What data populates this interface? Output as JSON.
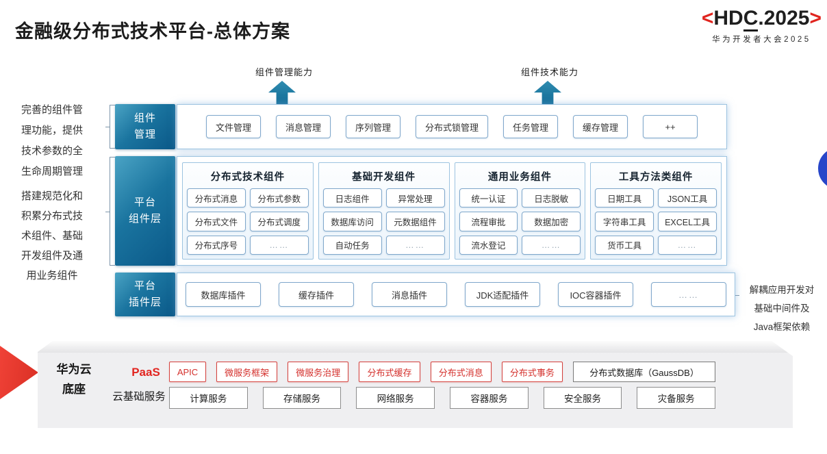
{
  "title": "金融级分布式技术平台-总体方案",
  "logo": {
    "lb": "<",
    "hd": "HD",
    "c": "C",
    "rest": ".2025",
    "rb": ">",
    "subtitle": "华为开发者大会2025"
  },
  "notes": {
    "left_top": "完善的组件管理功能，提供技术参数的全生命周期管理",
    "left_bottom": "搭建规范化和积累分布式技术组件、基础开发组件及通用业务组件",
    "right": "解耦应用开发对基础中间件及Java框架依赖"
  },
  "arrows": {
    "left_label": "组件管理能力",
    "right_label": "组件技术能力"
  },
  "rows": {
    "management": {
      "label_lines": [
        "组件",
        "管理"
      ],
      "items": [
        "文件管理",
        "消息管理",
        "序列管理",
        "分布式锁管理",
        "任务管理",
        "缓存管理",
        "++"
      ]
    },
    "components": {
      "label_lines": [
        "平台",
        "组件层"
      ],
      "groups": [
        {
          "title": "分布式技术组件",
          "items": [
            "分布式消息",
            "分布式参数",
            "分布式文件",
            "分布式调度",
            "分布式序号",
            "……"
          ]
        },
        {
          "title": "基础开发组件",
          "items": [
            "日志组件",
            "异常处理",
            "数据库访问",
            "元数据组件",
            "自动任务",
            "……"
          ]
        },
        {
          "title": "通用业务组件",
          "items": [
            "统一认证",
            "日志脱敏",
            "流程审批",
            "数据加密",
            "流水登记",
            "……"
          ]
        },
        {
          "title": "工具方法类组件",
          "items": [
            "日期工具",
            "JSON工具",
            "字符串工具",
            "EXCEL工具",
            "货币工具",
            "……"
          ]
        }
      ]
    },
    "plugins": {
      "label_lines": [
        "平台",
        "插件层"
      ],
      "items": [
        "数据库插件",
        "缓存插件",
        "消息插件",
        "JDK适配插件",
        "IOC容器插件",
        "……"
      ]
    }
  },
  "foundation": {
    "label_lines": [
      "华为云",
      "底座"
    ],
    "paas": {
      "label": "PaaS",
      "items": [
        "APIC",
        "微服务框架",
        "微服务治理",
        "分布式缓存",
        "分布式消息",
        "分布式事务"
      ],
      "db": "分布式数据库（GaussDB）"
    },
    "cloud": {
      "label": "云基础服务",
      "items": [
        "计算服务",
        "存储服务",
        "网络服务",
        "容器服务",
        "安全服务",
        "灾备服务"
      ]
    }
  },
  "colors": {
    "accent_red": "#e0251f",
    "layer_label_gradient_start": "#4aa3c4",
    "layer_label_gradient_end": "#0a5888",
    "arrow_teal": "#16759f",
    "box_border_blue": "#7fa7cb",
    "panel_border_blue": "#9cc3e0",
    "side_circle_blue": "#2746c9",
    "band_gray": "#efeff1"
  }
}
